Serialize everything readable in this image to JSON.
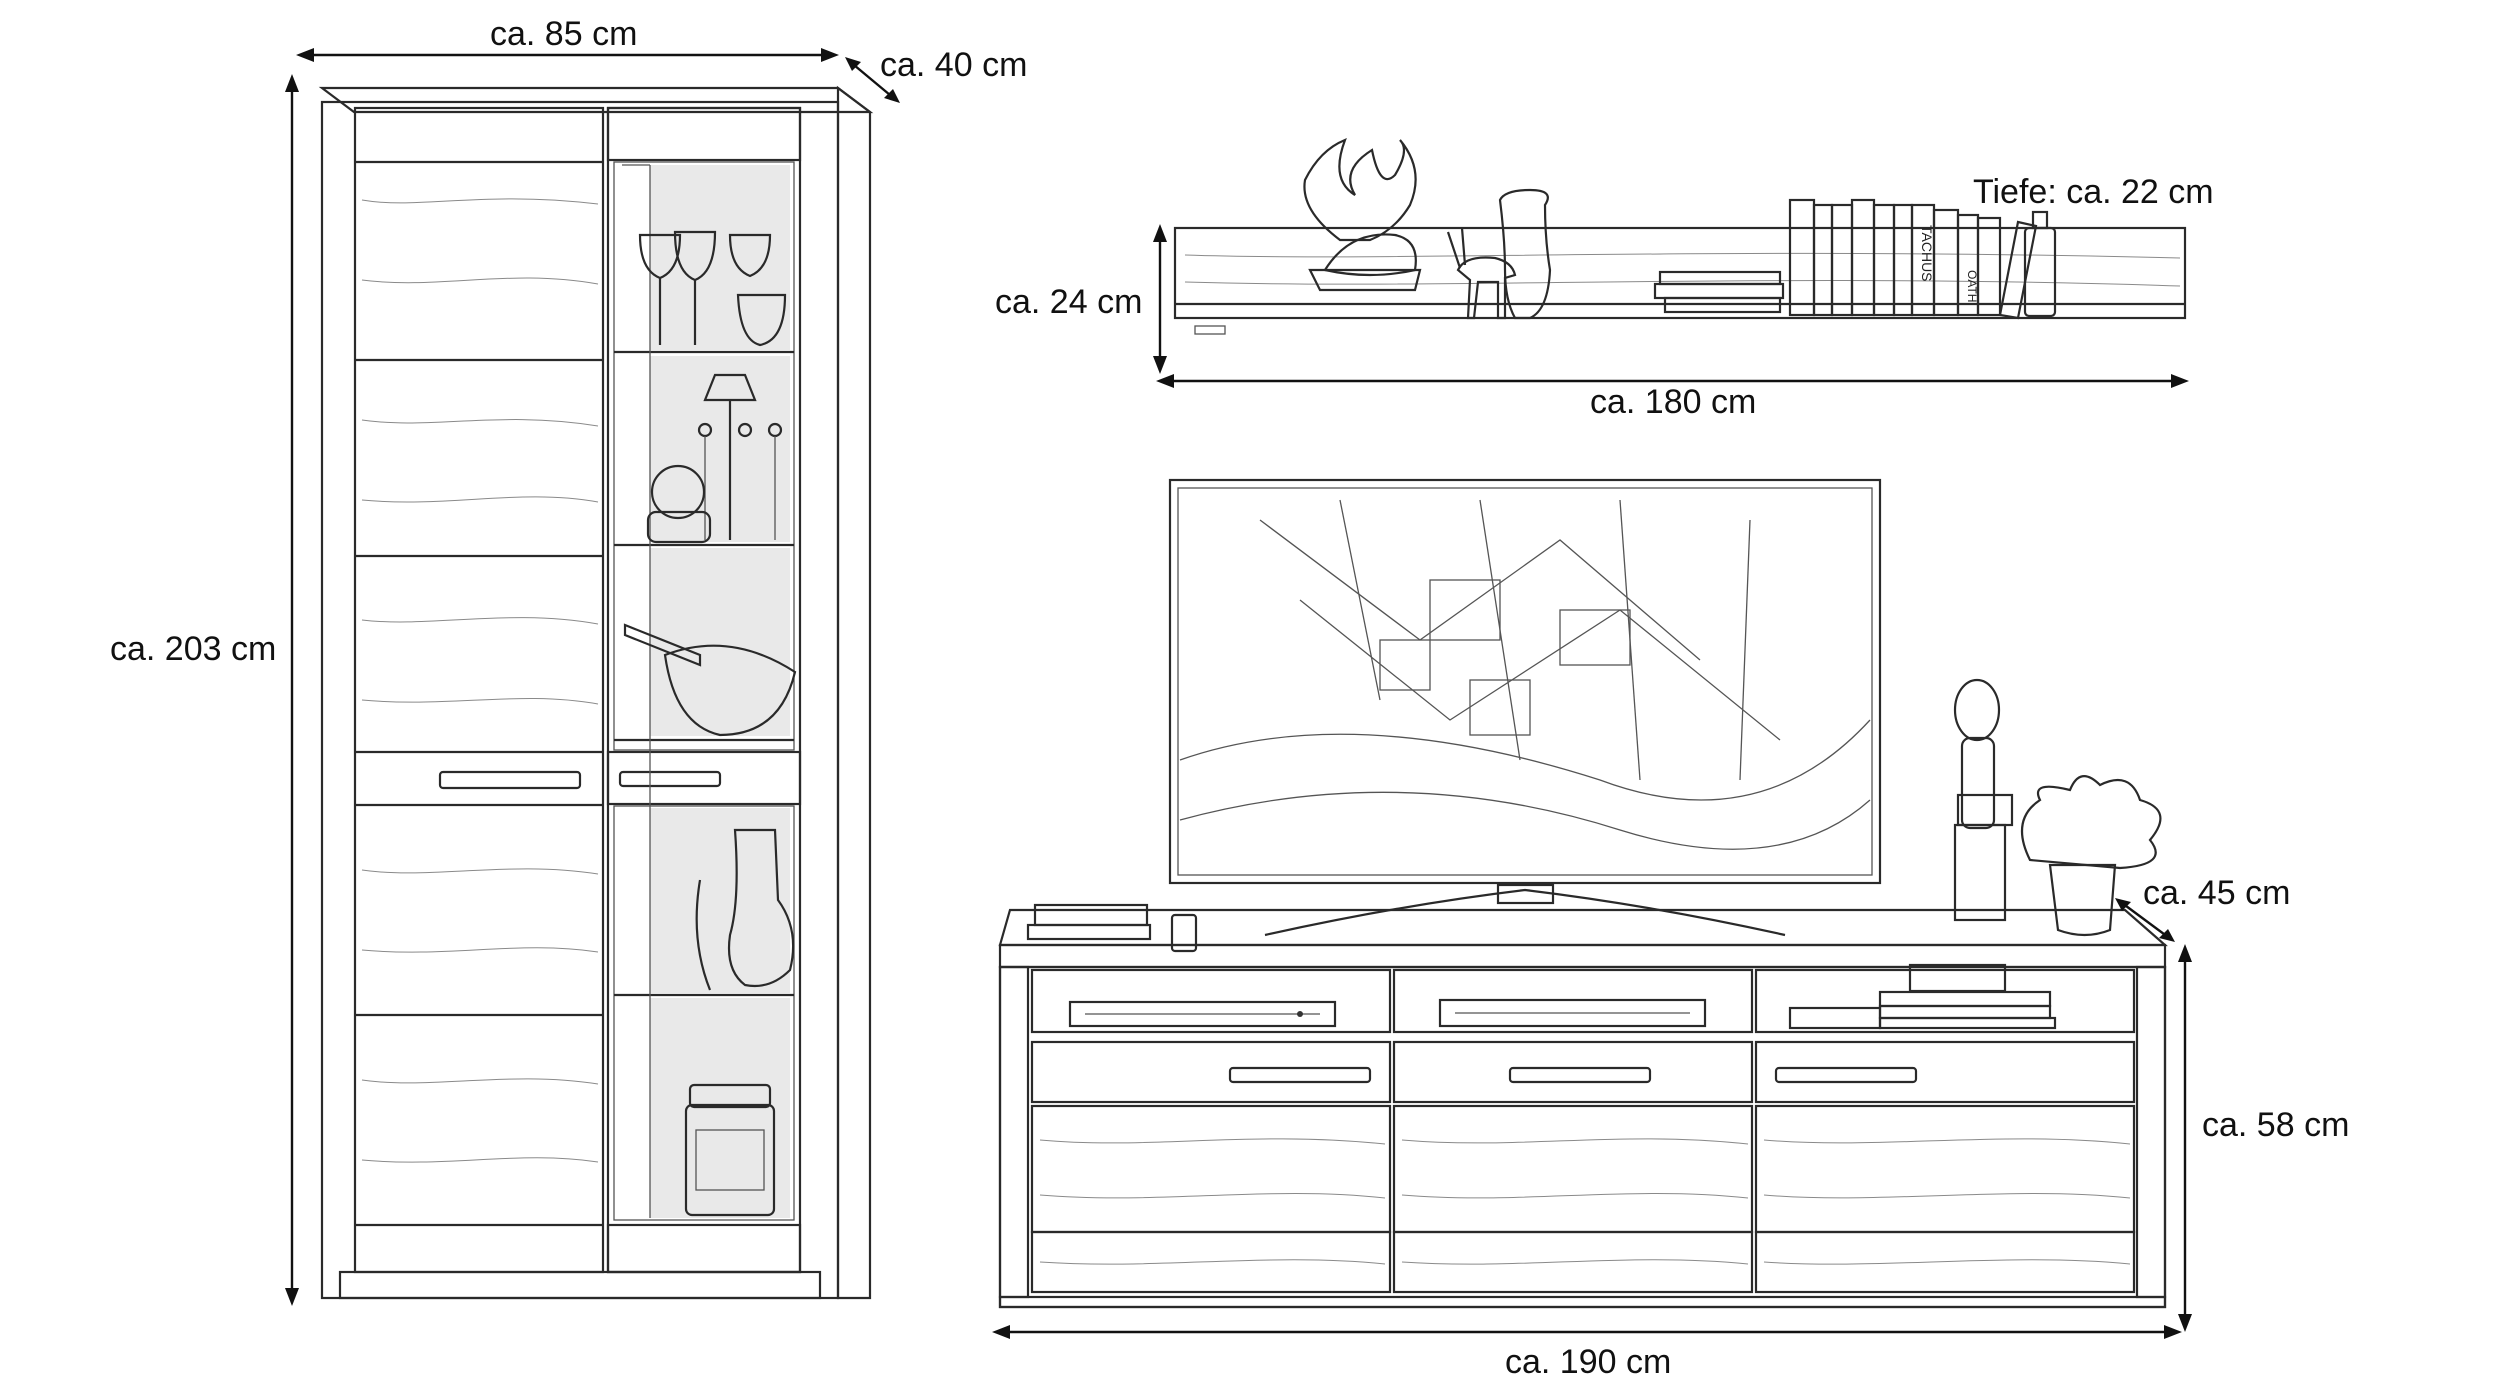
{
  "dimensions": {
    "cabinet_width": "ca. 85 cm",
    "cabinet_depth": "ca. 40 cm",
    "cabinet_height": "ca. 203 cm",
    "shelf_depth": "Tiefe: ca. 22 cm",
    "shelf_height": "ca. 24 cm",
    "shelf_width": "ca. 180 cm",
    "lowboard_depth": "ca. 45 cm",
    "lowboard_height": "ca. 58 cm",
    "lowboard_width": "ca. 190 cm"
  },
  "book_spines": {
    "book_a": "TACHUS",
    "book_b": "OATH"
  },
  "colors": {
    "line": "#2a2a2a",
    "background": "#ffffff"
  }
}
